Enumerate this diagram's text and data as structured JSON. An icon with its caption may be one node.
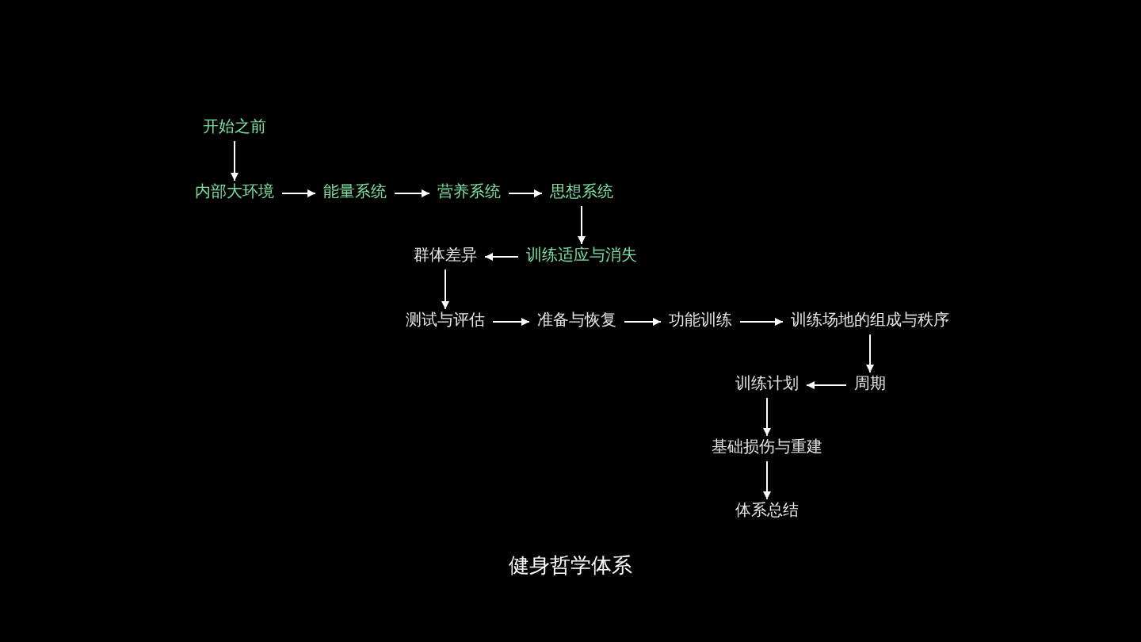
{
  "diagram": {
    "title": "健身哲学体系",
    "nodes": [
      {
        "text": [
          "开始之前"
        ]
      },
      {
        "text": [
          "内部大环境"
        ]
      },
      {
        "text": [
          "能量系统"
        ]
      },
      {
        "text": [
          "营养系统"
        ]
      },
      {
        "text": [
          "思想系统"
        ]
      },
      {
        "text": [
          "训练适应与消失"
        ]
      },
      {
        "text": [
          "群体差异"
        ]
      },
      {
        "text": [
          "测试与评估"
        ]
      },
      {
        "text": [
          "准备与恢复"
        ]
      },
      {
        "text": [
          "功能训练"
        ]
      },
      {
        "text": [
          "训练场地的组成与秩序"
        ]
      },
      {
        "text": [
          "周期"
        ]
      },
      {
        "text": [
          "训练计划"
        ]
      },
      {
        "text": [
          "基础损伤与重建"
        ]
      },
      {
        "text": [
          "体系总结"
        ]
      }
    ],
    "edges": [
      {
        "from": 0,
        "to": 1,
        "arrow": "to"
      },
      {
        "from": 1,
        "to": 2,
        "arrow": "to"
      },
      {
        "from": 2,
        "to": 3,
        "arrow": "to"
      },
      {
        "from": 3,
        "to": 4,
        "arrow": "to"
      },
      {
        "from": 4,
        "to": 5,
        "arrow": "to"
      },
      {
        "from": 5,
        "to": 6,
        "arrow": "to"
      },
      {
        "from": 6,
        "to": 7,
        "arrow": "to"
      },
      {
        "from": 7,
        "to": 8,
        "arrow": "to"
      },
      {
        "from": 8,
        "to": 9,
        "arrow": "to"
      },
      {
        "from": 9,
        "to": 10,
        "arrow": "to"
      },
      {
        "from": 10,
        "to": 11,
        "arrow": "to"
      },
      {
        "from": 11,
        "to": 12,
        "arrow": "to"
      },
      {
        "from": 12,
        "to": 13,
        "arrow": "to"
      },
      {
        "from": 13,
        "to": 14,
        "arrow": "to"
      }
    ]
  }
}
